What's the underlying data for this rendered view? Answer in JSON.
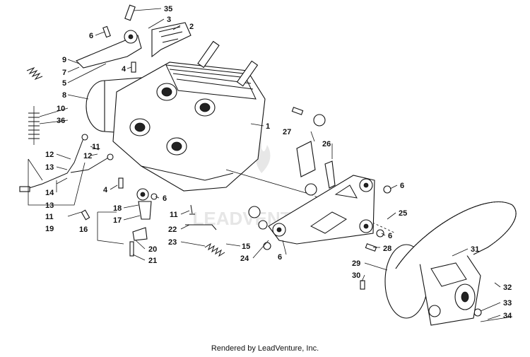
{
  "footer": {
    "text": "Rendered by LeadVenture, Inc."
  },
  "callouts": [
    {
      "id": "c-35a",
      "text": "35"
    },
    {
      "id": "c-3",
      "text": "3"
    },
    {
      "id": "c-2",
      "text": "2"
    },
    {
      "id": "c-6a",
      "text": "6"
    },
    {
      "id": "c-9",
      "text": "9"
    },
    {
      "id": "c-7",
      "text": "7"
    },
    {
      "id": "c-5",
      "text": "5"
    },
    {
      "id": "c-4a",
      "text": "4"
    },
    {
      "id": "c-8",
      "text": "8"
    },
    {
      "id": "c-10",
      "text": "10"
    },
    {
      "id": "c-36",
      "text": "36"
    },
    {
      "id": "c-1",
      "text": "1"
    },
    {
      "id": "c-27",
      "text": "27"
    },
    {
      "id": "c-26",
      "text": "26"
    },
    {
      "id": "c-12a",
      "text": "12"
    },
    {
      "id": "c-11a",
      "text": "11"
    },
    {
      "id": "c-12b",
      "text": "12"
    },
    {
      "id": "c-13a",
      "text": "13"
    },
    {
      "id": "c-14",
      "text": "14"
    },
    {
      "id": "c-13b",
      "text": "13"
    },
    {
      "id": "c-11b",
      "text": "11"
    },
    {
      "id": "c-19",
      "text": "19"
    },
    {
      "id": "c-4b",
      "text": "4"
    },
    {
      "id": "c-6b",
      "text": "6"
    },
    {
      "id": "c-18",
      "text": "18"
    },
    {
      "id": "c-17",
      "text": "17"
    },
    {
      "id": "c-16",
      "text": "16"
    },
    {
      "id": "c-6c",
      "text": "6"
    },
    {
      "id": "c-25",
      "text": "25"
    },
    {
      "id": "c-6d",
      "text": "6"
    },
    {
      "id": "c-11c",
      "text": "11"
    },
    {
      "id": "c-22",
      "text": "22"
    },
    {
      "id": "c-23",
      "text": "23"
    },
    {
      "id": "c-15",
      "text": "15"
    },
    {
      "id": "c-24",
      "text": "24"
    },
    {
      "id": "c-6e",
      "text": "6"
    },
    {
      "id": "c-28",
      "text": "28"
    },
    {
      "id": "c-31",
      "text": "31"
    },
    {
      "id": "c-20",
      "text": "20"
    },
    {
      "id": "c-21",
      "text": "21"
    },
    {
      "id": "c-29",
      "text": "29"
    },
    {
      "id": "c-30",
      "text": "30"
    },
    {
      "id": "c-32",
      "text": "32"
    },
    {
      "id": "c-33",
      "text": "33"
    },
    {
      "id": "c-34",
      "text": "34"
    }
  ]
}
